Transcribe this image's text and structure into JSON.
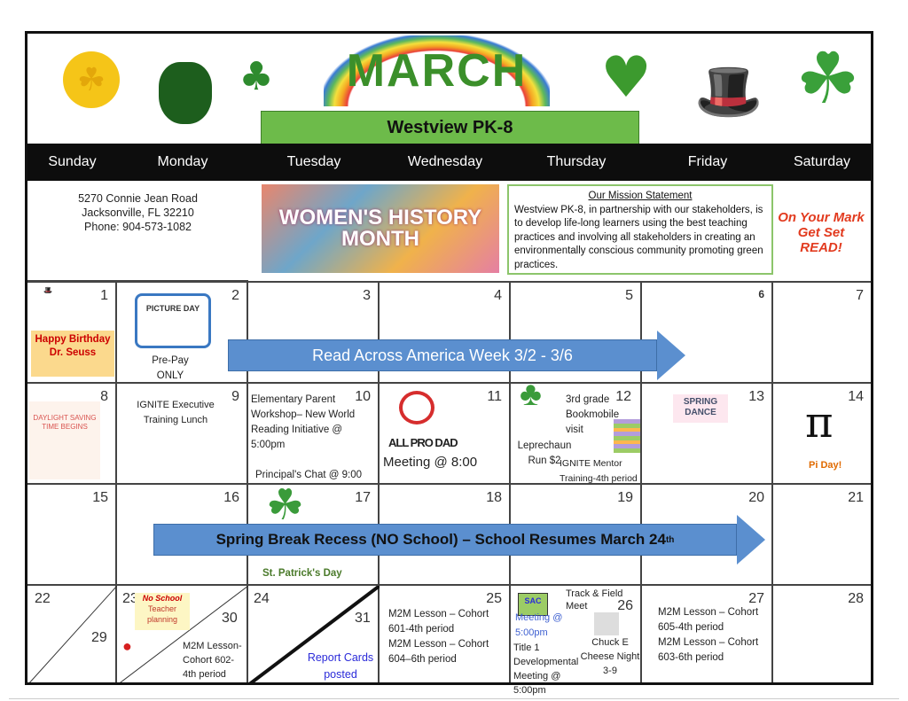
{
  "header": {
    "month": "MARCH",
    "school": "Westview PK-8"
  },
  "days": [
    "Sunday",
    "Monday",
    "Tuesday",
    "Wednesday",
    "Thursday",
    "Friday",
    "Saturday"
  ],
  "address": {
    "line1": "5270 Connie Jean Road",
    "line2": "Jacksonville, FL 32210",
    "line3": "Phone: 904-573-1082"
  },
  "banner_whm": "WOMEN'S HISTORY MONTH",
  "mission": {
    "title": "Our Mission Statement",
    "text": "Westview PK-8, in partnership with our stakeholders, is to develop life-long learners using the best teaching practices and involving all stakeholders in creating an environmentally conscious community promoting green practices."
  },
  "reading_logo": "On Your Mark Get Set READ!",
  "week1": {
    "d1": "1",
    "d1_event": "Happy Birthday Dr. Seuss",
    "drseuss_logo": "Dr. Seuss",
    "d2": "2",
    "d2_img": "PICTURE DAY",
    "d2_event": "Pre-Pay ONLY",
    "d3": "3",
    "d4": "4",
    "d5": "5",
    "d6": "6",
    "d7": "7",
    "arrow": "Read Across America Week 3/2 - 3/6"
  },
  "week2": {
    "d8": "8",
    "d8_img": "DAYLIGHT SAVING TIME BEGINS",
    "d9": "9",
    "d9_event": "IGNITE Executive Training Lunch",
    "d10": "10",
    "d10_event": "Elementary Parent Workshop– New World Reading Initiative @ 5:00pm",
    "d10_event2": "Principal's Chat @ 9:00",
    "d11": "11",
    "d11_logo": "ALL PRO DAD",
    "d11_event": "Meeting @ 8:00",
    "d12": "12",
    "d12_event": "3rd grade Bookmobile visit",
    "d12_event2": "Leprechaun Run $2",
    "d12_event3": "IGNITE Mentor Training-4th period",
    "d13": "13",
    "d13_img": "SPRING DANCE",
    "d14": "14",
    "d14_event": "Pi Day!"
  },
  "week3": {
    "d15": "15",
    "d16": "16",
    "d17": "17",
    "d17_event": "St. Patrick's Day",
    "d18": "18",
    "d19": "19",
    "d20": "20",
    "d21": "21",
    "arrow": "Spring Break Recess (NO School) – School Resumes March 24",
    "arrow_sup": "th"
  },
  "week4": {
    "d22": "22",
    "d29": "29",
    "d23": "23",
    "d23_event": "No School",
    "d23_event2": "Teacher planning",
    "d30": "30",
    "d30_event": "M2M Lesson- Cohort 602- 4th period",
    "d24": "24",
    "d31": "31",
    "d31_event": "Report Cards posted",
    "d25": "25",
    "d25_event": "M2M Lesson – Cohort 601-4th period",
    "d25_event2": "M2M Lesson – Cohort 604–6th period",
    "d26": "26",
    "d26_img": "SAC",
    "d26_event": "Meeting @ 5:00pm",
    "d26_event2": "Track & Field Meet",
    "d26_event3": "Chuck E Cheese Night 3-9",
    "d26_event4": "Title 1 Developmental Meeting @ 5:00pm",
    "d27": "27",
    "d27_event": "M2M Lesson – Cohort 605-4th period",
    "d27_event2": "M2M Lesson – Cohort 603-6th period",
    "d28": "28"
  },
  "colors": {
    "green": "#6dbb4a",
    "arrow": "#5b8fcf",
    "daybar": "#0d0d0d"
  }
}
